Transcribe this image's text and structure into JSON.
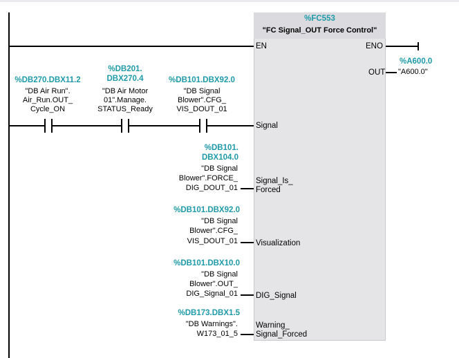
{
  "block": {
    "number": "%FC553",
    "name": "\"FC Signal_OUT Force Control\"",
    "en": "EN",
    "eno": "ENO",
    "out_pin": "OUT",
    "out_address": "%A600.0",
    "out_symbol": "\"A600.0\""
  },
  "contacts": [
    {
      "address": "%DB270.DBX11.2",
      "symbol": [
        "\"DB Air Run\".",
        "Air_Run.OUT_",
        "Cycle_ON"
      ]
    },
    {
      "address": [
        "%DB201.",
        "DBX270.4"
      ],
      "symbol": [
        "\"DB Air Motor",
        "01\".Manage.",
        "STATUS_Ready"
      ]
    },
    {
      "address": "%DB101.DBX92.0",
      "symbol": [
        "\"DB Signal",
        "Blower\".CFG_",
        "VIS_DOUT_01"
      ]
    }
  ],
  "inputs": [
    {
      "pin": "Signal"
    },
    {
      "pin": [
        "Signal_Is_",
        "Forced"
      ],
      "address": [
        "%DB101.",
        "DBX104.0"
      ],
      "symbol": [
        "\"DB Signal",
        "Blower\".FORCE_",
        "DIG_DOUT_01"
      ]
    },
    {
      "pin": "Visualization",
      "address": "%DB101.DBX92.0",
      "symbol": [
        "\"DB Signal",
        "Blower\".CFG_",
        "VIS_DOUT_01"
      ]
    },
    {
      "pin": "DIG_Signal",
      "address": "%DB101.DBX10.0",
      "symbol": [
        "\"DB Signal",
        "Blower\".OUT_",
        "DIG_Signal_01"
      ]
    },
    {
      "pin": [
        "Warning_",
        "Signal_Forced"
      ],
      "address": "%DB173.DBX1.5",
      "symbol": [
        "\"DB Warnings\".",
        "W173_01_5"
      ]
    }
  ]
}
